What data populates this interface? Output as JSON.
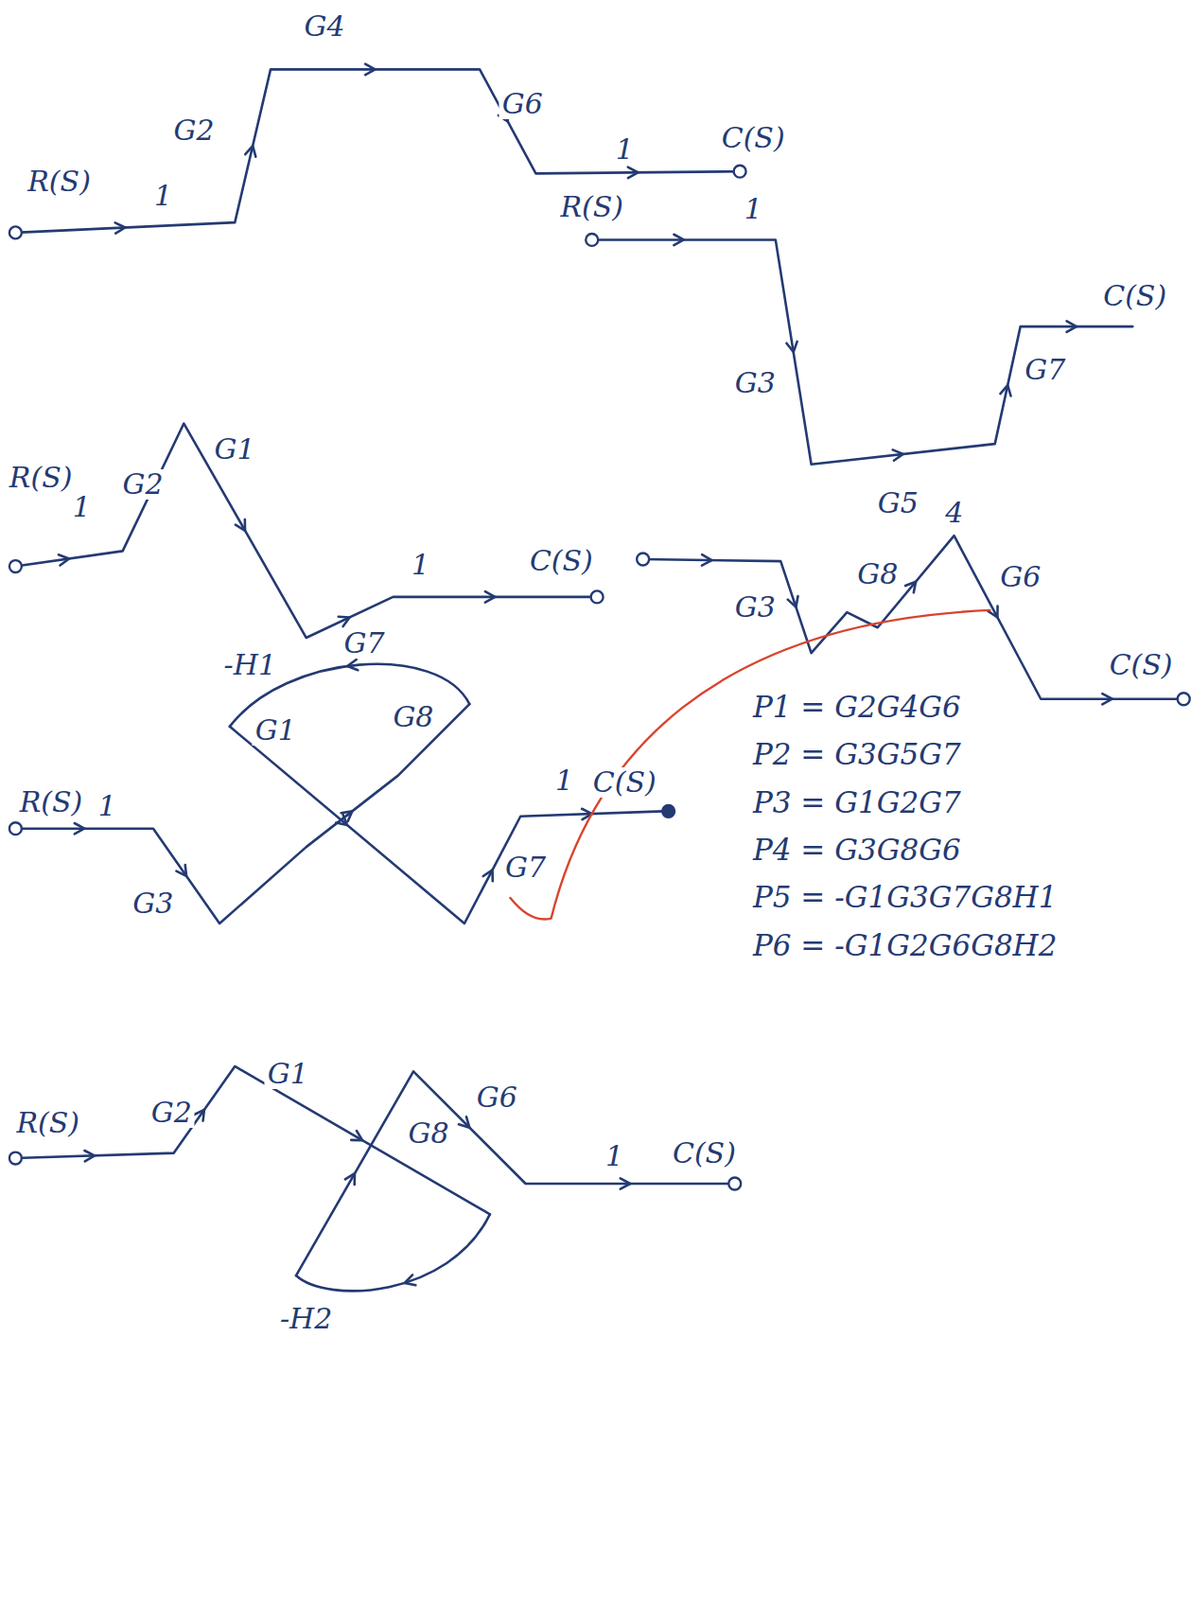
{
  "diagram": {
    "labels": [
      "G4",
      "G2",
      "G6",
      "1",
      "R(S)",
      "1",
      "C(S)",
      "R(S)",
      "1",
      "C(S)",
      "G3",
      "G7",
      "G5",
      "R(S)",
      "1",
      "G2",
      "G1",
      "1",
      "C(S)",
      "G7",
      "G3",
      "G8",
      "4",
      "G6",
      "C(S)",
      "-H1",
      "R(S)",
      "1",
      "G1",
      "G8",
      "1",
      "C(S)",
      "G3",
      "G7",
      "P1 = G2G4G6",
      "P2 = G3G5G7",
      "P3 = G1G2G7",
      "P4 = G3G8G6",
      "P5 = -G1G3G7G8H1",
      "P6 = -G1G2G6G8H2",
      "R(S)",
      "G2",
      "G1",
      "G8",
      "G6",
      "1",
      "C(S)",
      "-H2"
    ]
  }
}
